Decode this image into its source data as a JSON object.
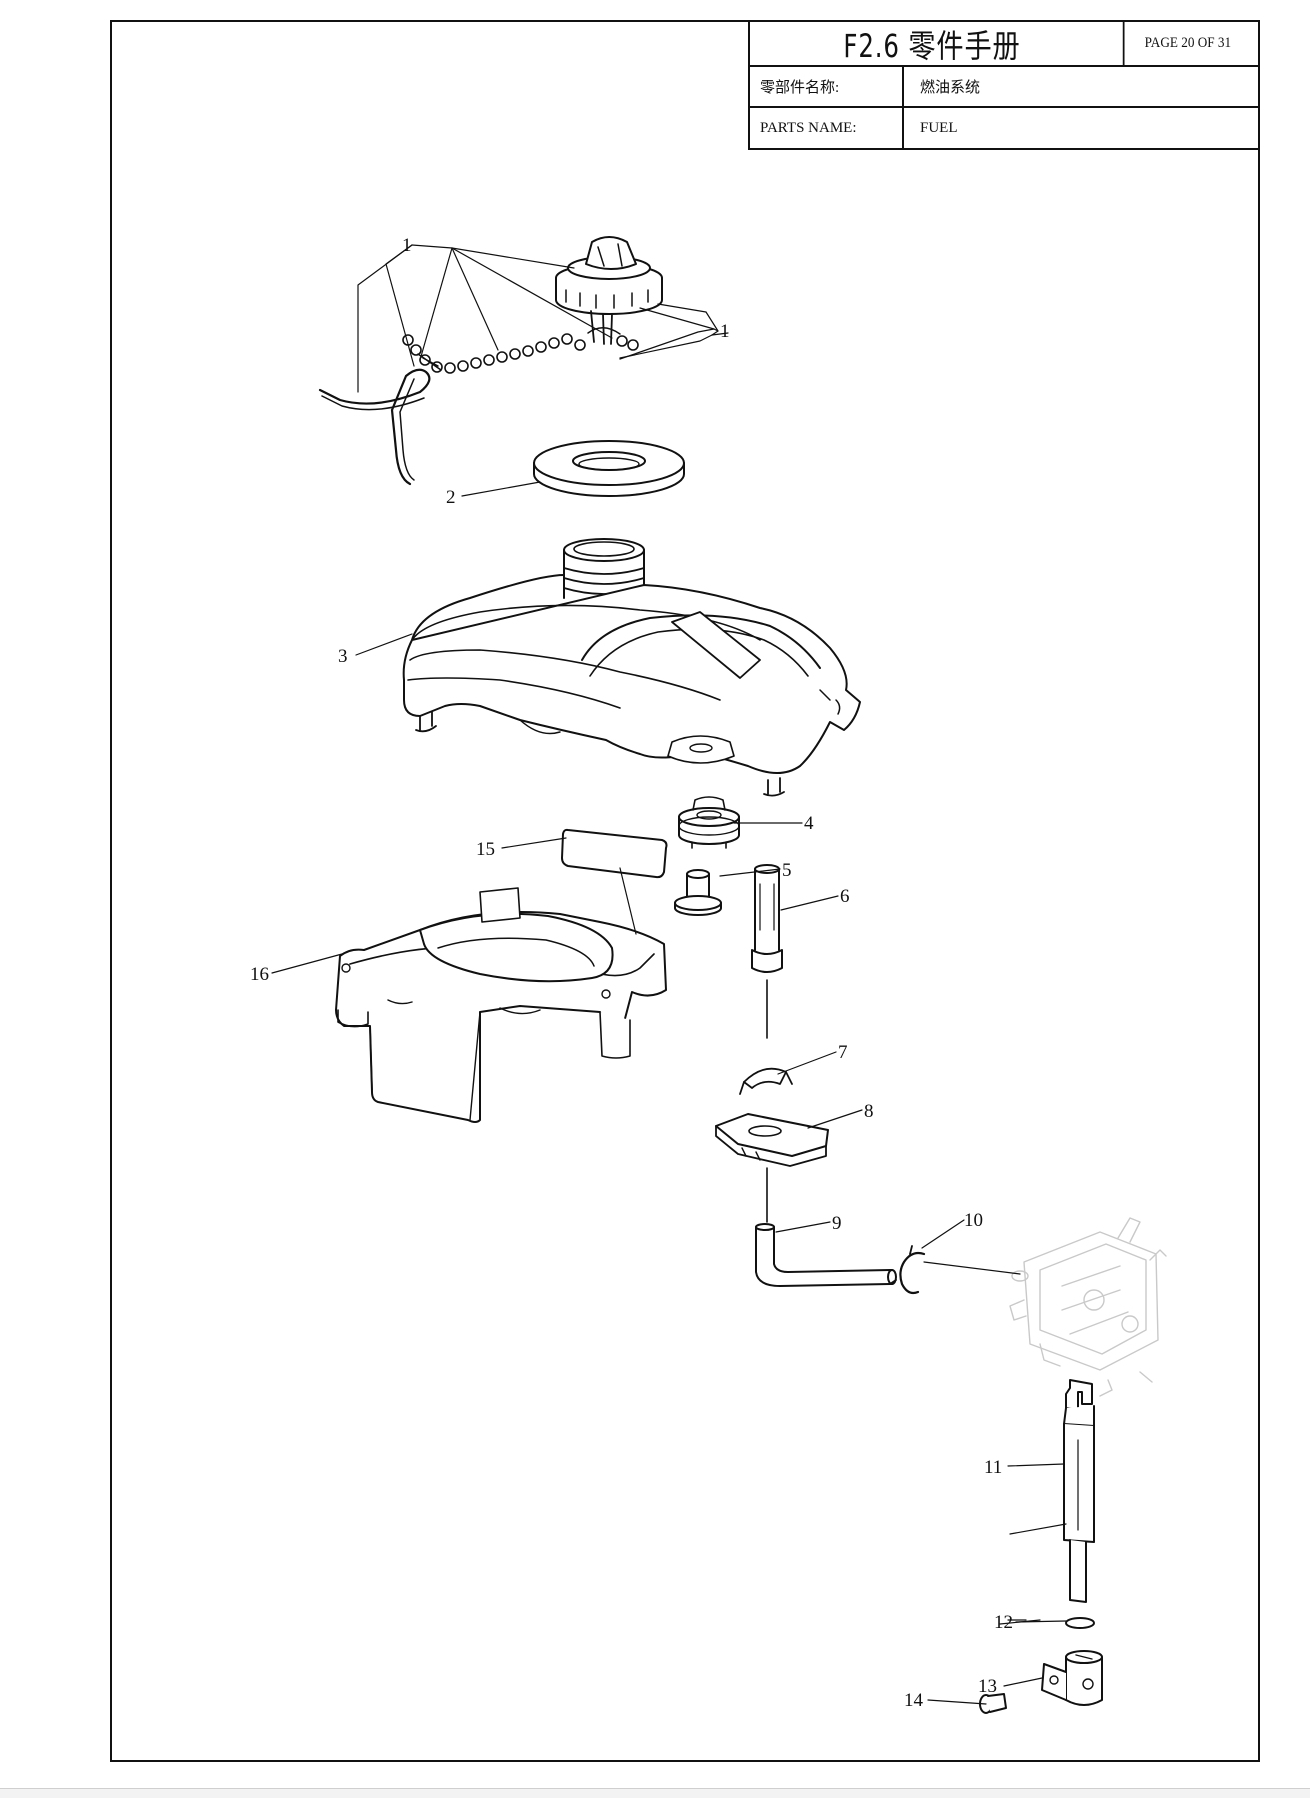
{
  "title_block": {
    "title": "F2.6 零件手册",
    "page": "PAGE 20 OF 31",
    "name_cn_label": "零部件名称:",
    "name_cn_value": "燃油系统",
    "name_en_label": "PARTS NAME:",
    "name_en_value": "FUEL"
  },
  "callouts": {
    "c1a": "1",
    "c1b": "1",
    "c2": "2",
    "c3": "3",
    "c4": "4",
    "c5": "5",
    "c6": "6",
    "c7": "7",
    "c8": "8",
    "c9": "9",
    "c10": "10",
    "c11": "11",
    "c12": "12",
    "c13": "13",
    "c14": "14",
    "c15": "15",
    "c16": "16"
  }
}
